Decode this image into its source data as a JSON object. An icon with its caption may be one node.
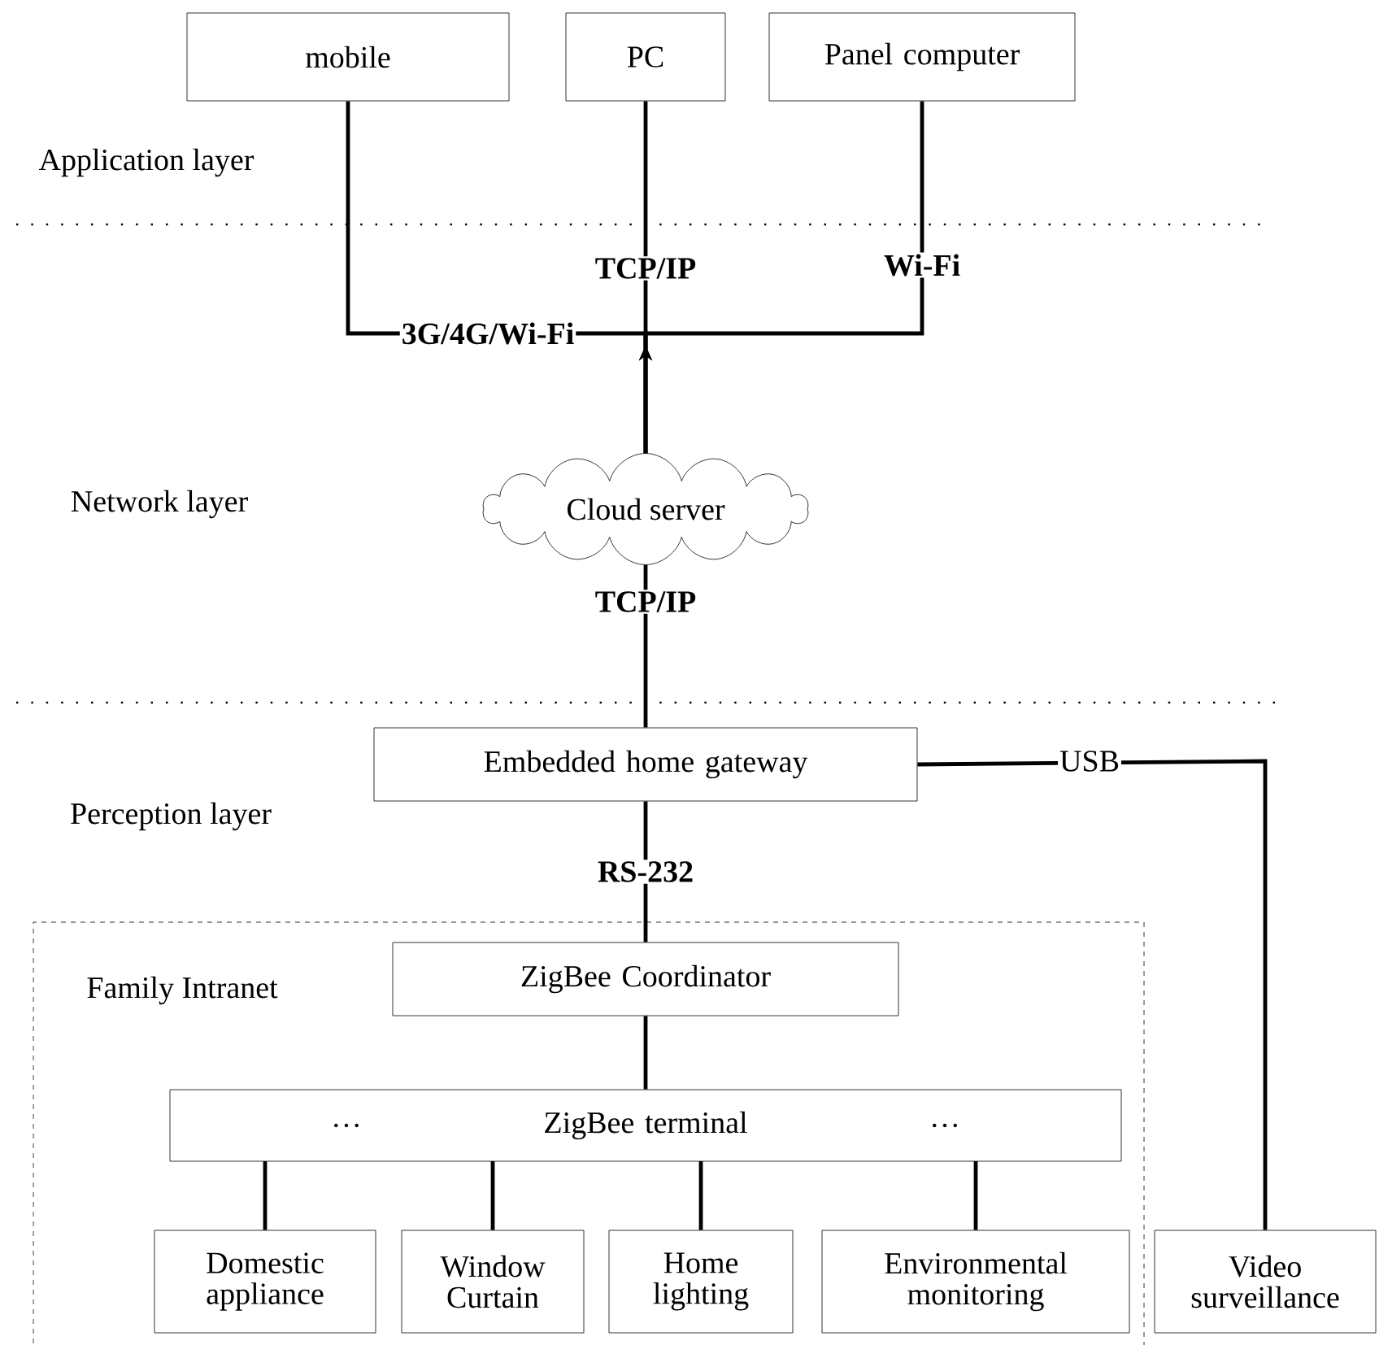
{
  "diagram": {
    "nodes": [
      {
        "text": [
          "mobile"
        ]
      },
      {
        "text": [
          "PC"
        ]
      },
      {
        "text": [
          "Panel computer"
        ]
      },
      {
        "text": [
          "Cloud server"
        ]
      },
      {
        "text": [
          "Embedded home gateway"
        ]
      },
      {
        "text": [
          "Family Intranet"
        ]
      },
      {
        "text": [
          "ZigBee Coordinator"
        ],
        "in": 5
      },
      {
        "text": [
          "…",
          "ZigBee terminal",
          "…"
        ],
        "in": 5
      },
      {
        "text": [
          "Domestic appliance"
        ],
        "in": 5
      },
      {
        "text": [
          "Window Curtain"
        ],
        "in": 5
      },
      {
        "text": [
          "Home lighting"
        ],
        "in": 5
      },
      {
        "text": [
          "Environmental monitoring"
        ],
        "in": 5
      },
      {
        "text": [
          "Video surveillance"
        ]
      }
    ],
    "edges": [
      {
        "from": 3,
        "to": 1,
        "arrow": "to",
        "label": "TCP/IP"
      },
      {
        "from": 3,
        "to": 0,
        "arrow": "to",
        "label": "3G/4G/Wi-Fi"
      },
      {
        "from": 3,
        "to": 2,
        "arrow": "to",
        "label": "Wi-Fi"
      },
      {
        "from": 3,
        "to": 4,
        "arrow": "none",
        "label": "TCP/IP"
      },
      {
        "from": 4,
        "to": 6,
        "arrow": "none",
        "label": "RS-232"
      },
      {
        "from": 4,
        "to": 12,
        "arrow": "none",
        "label": "USB"
      },
      {
        "from": 6,
        "to": 7,
        "arrow": "none"
      },
      {
        "from": 7,
        "to": 8,
        "arrow": "none"
      },
      {
        "from": 7,
        "to": 9,
        "arrow": "none"
      },
      {
        "from": 7,
        "to": 10,
        "arrow": "none"
      },
      {
        "from": 7,
        "to": 11,
        "arrow": "none"
      }
    ],
    "labels": [
      "Application layer",
      "Network layer",
      "Perception layer"
    ]
  }
}
